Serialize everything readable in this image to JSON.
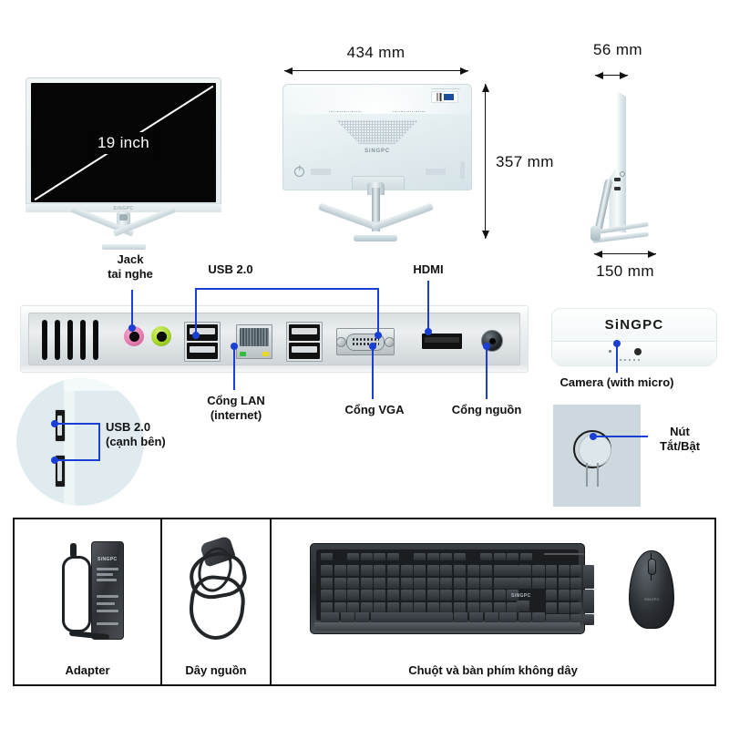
{
  "product": {
    "brand": "SiNGPC",
    "screen_size_label": "19 inch"
  },
  "views": {
    "front": {
      "name": "front-view",
      "screen_label": "19 inch",
      "logo": "SiNGPC"
    },
    "rear": {
      "name": "rear-view",
      "logo": "SiNGPC",
      "width_dimension": "434 mm",
      "height_dimension": "357 mm"
    },
    "side": {
      "name": "side-view",
      "depth_dimension": "56 mm",
      "base_dimension": "150 mm"
    }
  },
  "dimensions": {
    "width": "434 mm",
    "height": "357 mm",
    "thickness": "56 mm",
    "stand_depth": "150 mm"
  },
  "io_panel": {
    "callouts": [
      {
        "id": "headphone-jack",
        "label": "Jack\ntai nghe"
      },
      {
        "id": "usb-rear",
        "label": "USB 2.0"
      },
      {
        "id": "hdmi",
        "label": "HDMI"
      },
      {
        "id": "lan",
        "label": "Cổng LAN\n(internet)"
      },
      {
        "id": "vga",
        "label": "Cổng VGA"
      },
      {
        "id": "power",
        "label": "Cổng nguồn"
      },
      {
        "id": "usb-side",
        "label": "USB 2.0\n(cạnh bên)"
      }
    ],
    "jack_colors": {
      "mic": "#e87db0",
      "audio_out": "#a8d82a"
    },
    "lan_leds": {
      "left": "#2fbf3a",
      "right": "#e8d81e"
    }
  },
  "camera_panel": {
    "logo": "SiNGPC",
    "label": "Camera (with micro)"
  },
  "power_panel": {
    "label": "Nút\nTắt/Bật"
  },
  "accessories": {
    "items": [
      {
        "id": "adapter",
        "label": "Adapter",
        "logo": "SiNGPC"
      },
      {
        "id": "power-cord",
        "label": "Dây nguồn"
      },
      {
        "id": "keyboard-mouse",
        "label": "Chuột và bàn phím không dây",
        "logo": "SiNGPC"
      }
    ]
  },
  "colors": {
    "callout": "#1a3fd4",
    "text": "#111111",
    "panel": "#dfebef",
    "background": "#ffffff"
  }
}
